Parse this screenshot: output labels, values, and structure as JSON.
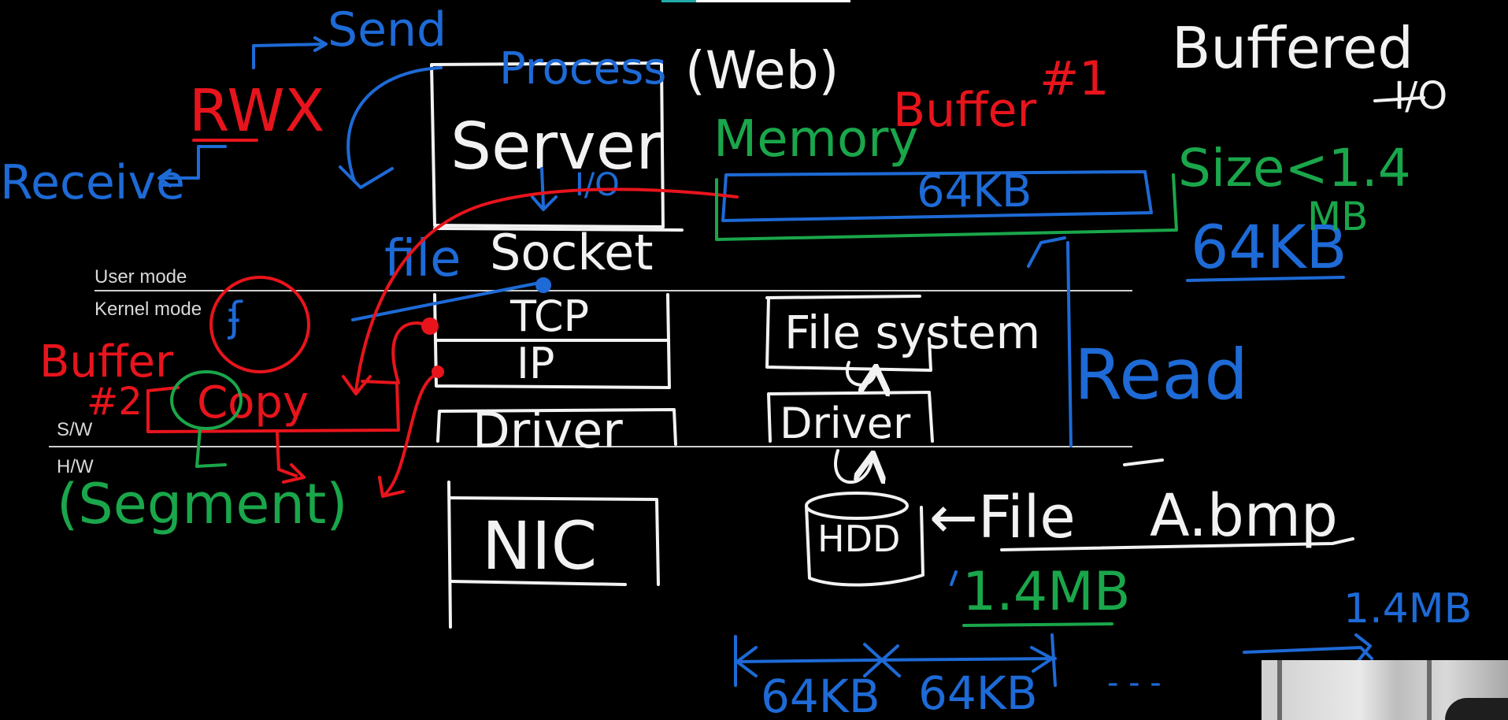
{
  "labels": {
    "send": "Send",
    "rwx": "RWX",
    "receive": "Receive",
    "process": "Process",
    "web": "(Web)",
    "server": "Server",
    "io_small": "I/O",
    "file": "file",
    "socket": "Socket",
    "user_mode": "User mode",
    "kernel_mode": "Kernel mode",
    "sw": "S/W",
    "hw": "H/W",
    "buffer2_word": "Buffer",
    "buffer2_num": "#2",
    "copy": "Copy",
    "segment": "(Segment)",
    "tcp": "TCP",
    "ip": "IP",
    "driver_left": "Driver",
    "nic": "NIC",
    "buffered_io_word": "Buffered",
    "buffered_io_suffix": "I/O",
    "buffer1_word": "Buffer",
    "buffer1_num": "#1",
    "memory": "Memory",
    "buffer_64kb": "64KB",
    "size_lt": "Size<1.4",
    "size_mb": "MB",
    "size_64kb": "64KB",
    "read": "Read",
    "file_system": "File system",
    "driver_right": "Driver",
    "hdd": "HDD",
    "file_arrow": "←File",
    "file_name": "A.bmp",
    "file_size": "1.4MB",
    "total_size": "1.4MB",
    "chunk1": "64KB",
    "chunk2": "64KB",
    "dots": "- - -"
  },
  "colors": {
    "background": "#000000",
    "white_ink": "#f2f2f2",
    "blue_ink": "#1e6ad6",
    "red_ink": "#e8141c",
    "green_ink": "#1aa64a",
    "divider": "#cfcfcf"
  }
}
